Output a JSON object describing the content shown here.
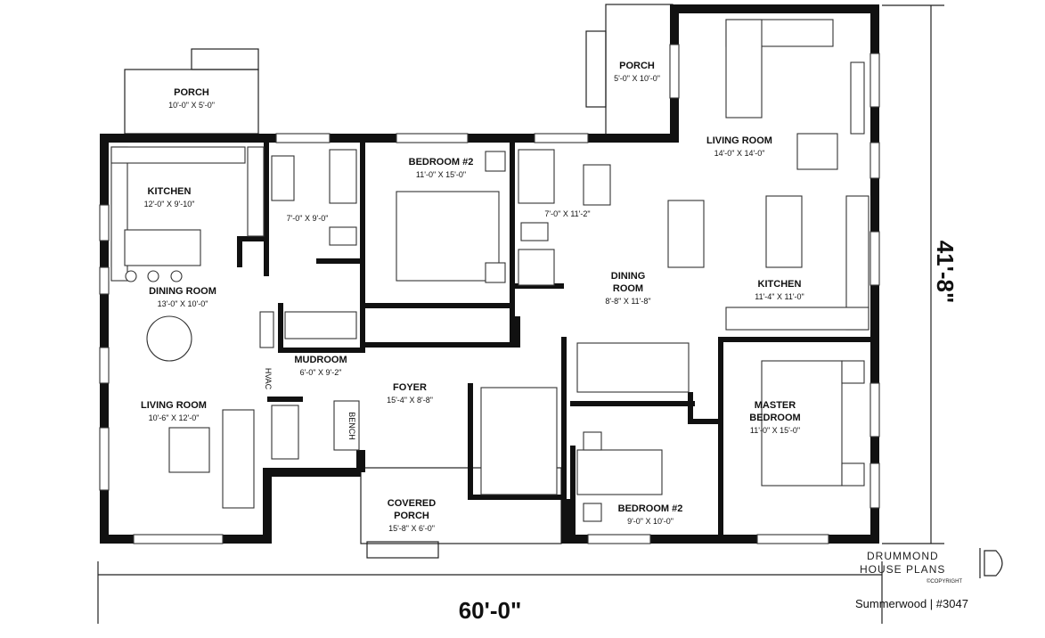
{
  "rooms": {
    "porch_left": {
      "name": "PORCH",
      "dims": "10'-0\" X 5'-0\""
    },
    "porch_right": {
      "name": "PORCH",
      "dims": "5'-0\" X 10'-0\""
    },
    "kitchen_left": {
      "name": "KITCHEN",
      "dims": "12'-0\" X 9'-10\""
    },
    "bath_left": {
      "name": "",
      "dims": "7'-0\" X 9'-0\""
    },
    "bedroom2_top": {
      "name": "BEDROOM #2",
      "dims": "11'-0\" X 15'-0\""
    },
    "bath_right": {
      "name": "",
      "dims": "7'-0\" X 11'-2\""
    },
    "living_right": {
      "name": "LIVING ROOM",
      "dims": "14'-0\" X 14'-0\""
    },
    "dining_left": {
      "name": "DINING ROOM",
      "dims": "13'-0\" X 10'-0\""
    },
    "dining_right": {
      "name": "DINING",
      "name2": "ROOM",
      "dims": "8'-8\" X 11'-8\""
    },
    "kitchen_right": {
      "name": "KITCHEN",
      "dims": "11'-4\" X 11'-0\""
    },
    "mudroom": {
      "name": "MUDROOM",
      "dims": "6'-0\" X 9'-2\""
    },
    "foyer": {
      "name": "FOYER",
      "dims": "15'-4\" X 8'-8\""
    },
    "living_left": {
      "name": "LIVING ROOM",
      "dims": "10'-6\" X 12'-0\""
    },
    "master": {
      "name": "MASTER",
      "name2": "BEDROOM",
      "dims": "11'-0\" X 15'-0\""
    },
    "covered_porch": {
      "name": "COVERED",
      "name2": "PORCH",
      "dims": "15'-8\" X 6'-0\""
    },
    "bedroom2_bottom": {
      "name": "BEDROOM #2",
      "dims": "9'-0\" X 10'-0\""
    },
    "bench": {
      "name": "BENCH"
    },
    "hvac": {
      "name": "HVAC"
    }
  },
  "overall": {
    "width": "60'-0\"",
    "depth": "41'-8\""
  },
  "brand": {
    "line1": "DRUMMOND",
    "line2": "HOUSE PLANS",
    "copyright": "©COPYRIGHT"
  },
  "caption": "Summerwood | #3047"
}
